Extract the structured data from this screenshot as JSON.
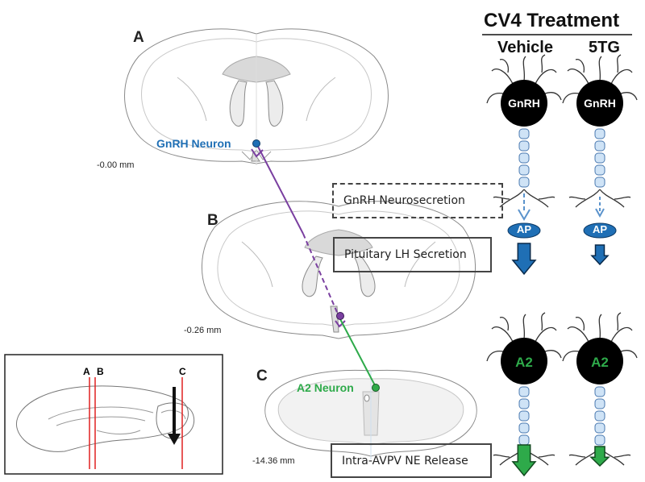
{
  "header": {
    "title": "CV4 Treatment",
    "col_vehicle": "Vehicle",
    "col_5tg": "5TG"
  },
  "sections": [
    {
      "letter": "A",
      "depth": "-0.00 mm"
    },
    {
      "letter": "B",
      "depth": "-0.26 mm"
    },
    {
      "letter": "C",
      "depth": "-14.36 mm"
    }
  ],
  "neurons": {
    "gnrh": {
      "label": "GnRH Neuron",
      "color": "#1f6fb5",
      "cell": "GnRH"
    },
    "a2": {
      "label": "A2 Neuron",
      "color": "#2eaa4a",
      "cell": "A2"
    }
  },
  "boxes": {
    "gnrh_secretion": "GnRH Neurosecretion",
    "lh_secretion": "Pituitary LH Secretion",
    "ne_release": "Intra-AVPV NE Release"
  },
  "pituitary_label": "AP",
  "inset_labels": [
    "A",
    "B",
    "C"
  ],
  "colors": {
    "purple": "#7a3fa0",
    "green": "#2eaa4a",
    "blue": "#1f6fb5",
    "light_blue": "#5b93cc",
    "axon_fill": "#cfe3f6",
    "axon_stroke": "#4a79b0",
    "inset_line": "#e02020"
  }
}
